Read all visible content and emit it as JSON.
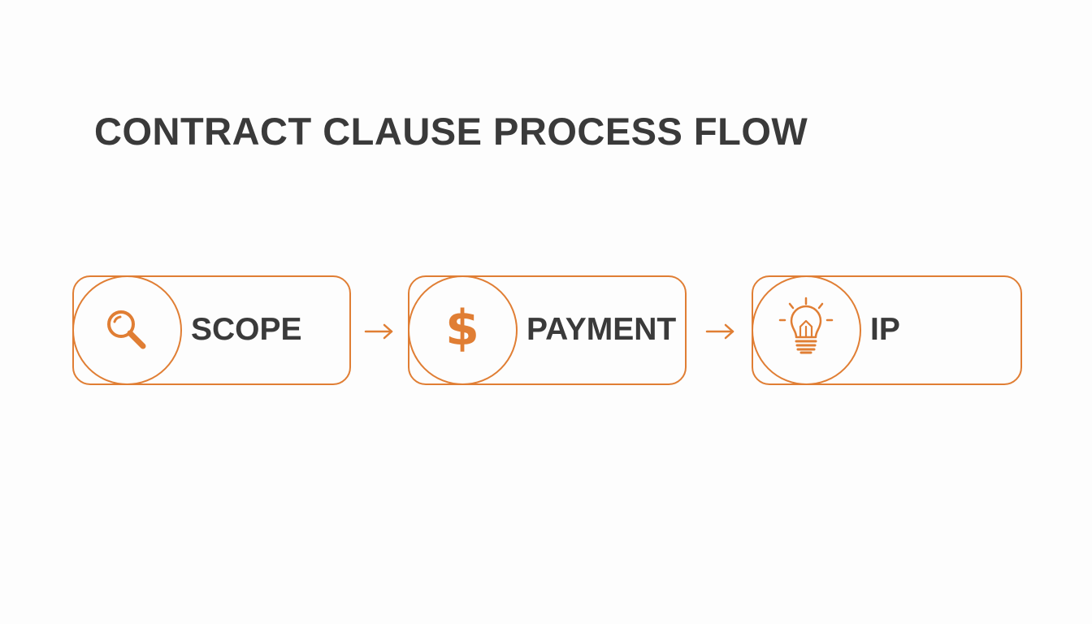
{
  "title": "CONTRACT CLAUSE PROCESS FLOW",
  "colors": {
    "accent": "#e07e34",
    "text": "#3a3a3a",
    "background": "#fdfdfd"
  },
  "steps": [
    {
      "label": "SCOPE",
      "icon": "magnifying-glass-icon"
    },
    {
      "label": "PAYMENT",
      "icon": "dollar-sign-icon",
      "glyph": "$"
    },
    {
      "label": "IP",
      "icon": "lightbulb-icon"
    }
  ],
  "connectors": [
    {
      "icon": "arrow-right-icon"
    },
    {
      "icon": "arrow-right-icon"
    }
  ]
}
